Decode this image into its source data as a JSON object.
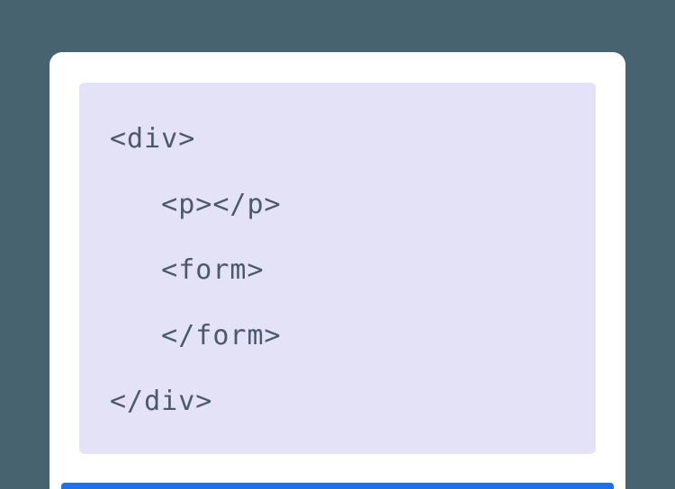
{
  "code_panel": {
    "lines": [
      "<div>",
      "   <p></p>",
      "   <form>",
      "   </form>",
      "</div>"
    ]
  },
  "colors": {
    "page_background": "#47636f",
    "card_background": "#ffffff",
    "panel_background": "#e4e2f6",
    "code_text": "#4e586b",
    "accent_bar": "#1a73e8"
  }
}
